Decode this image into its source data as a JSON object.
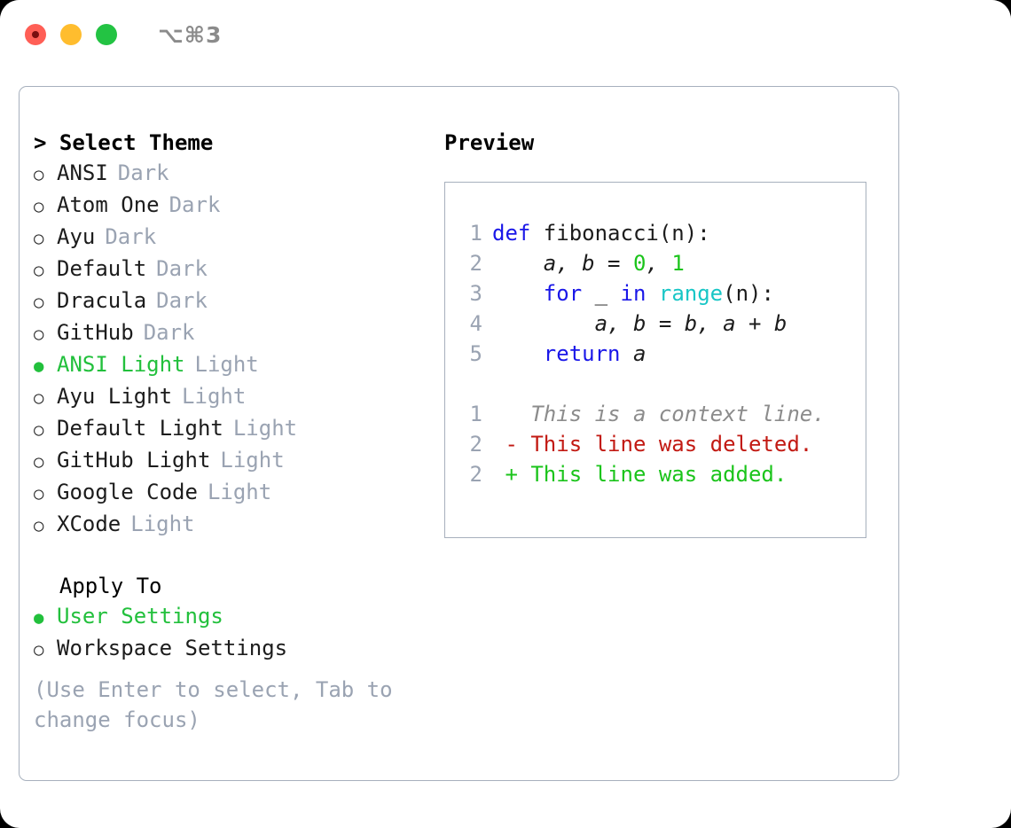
{
  "titlebar": {
    "shortcut": "⌥⌘3",
    "controls": [
      {
        "name": "close",
        "color": "#ff5f56"
      },
      {
        "name": "minimize",
        "color": "#ffbd2e"
      },
      {
        "name": "maximize",
        "color": "#23c343"
      }
    ]
  },
  "theme_panel": {
    "header": "> Select Theme",
    "items": [
      {
        "marker": "○",
        "label": "ANSI",
        "kind": "Dark",
        "selected": false
      },
      {
        "marker": "○",
        "label": "Atom One",
        "kind": "Dark",
        "selected": false
      },
      {
        "marker": "○",
        "label": "Ayu",
        "kind": "Dark",
        "selected": false
      },
      {
        "marker": "○",
        "label": "Default",
        "kind": "Dark",
        "selected": false
      },
      {
        "marker": "○",
        "label": "Dracula",
        "kind": "Dark",
        "selected": false
      },
      {
        "marker": "○",
        "label": "GitHub",
        "kind": "Dark",
        "selected": false
      },
      {
        "marker": "●",
        "label": "ANSI Light",
        "kind": "Light",
        "selected": true
      },
      {
        "marker": "○",
        "label": "Ayu Light",
        "kind": "Light",
        "selected": false
      },
      {
        "marker": "○",
        "label": "Default Light",
        "kind": "Light",
        "selected": false
      },
      {
        "marker": "○",
        "label": "GitHub Light",
        "kind": "Light",
        "selected": false
      },
      {
        "marker": "○",
        "label": "Google Code",
        "kind": "Light",
        "selected": false
      },
      {
        "marker": "○",
        "label": "XCode",
        "kind": "Light",
        "selected": false
      }
    ]
  },
  "apply_to": {
    "header": "Apply To",
    "items": [
      {
        "marker": "●",
        "label": "User Settings",
        "selected": true
      },
      {
        "marker": "○",
        "label": "Workspace Settings",
        "selected": false
      }
    ]
  },
  "hint": "(Use Enter to select, Tab to change focus)",
  "preview": {
    "title": "Preview",
    "code_lines": [
      {
        "num": "1",
        "tokens": [
          {
            "t": "def",
            "c": "kw"
          },
          {
            "t": " fibonacci(n):",
            "c": "plain"
          }
        ]
      },
      {
        "num": "2",
        "tokens": [
          {
            "t": "    a, b = ",
            "c": "txt"
          },
          {
            "t": "0",
            "c": "num"
          },
          {
            "t": ", ",
            "c": "txt"
          },
          {
            "t": "1",
            "c": "num"
          }
        ]
      },
      {
        "num": "3",
        "tokens": [
          {
            "t": "    ",
            "c": "plain"
          },
          {
            "t": "for",
            "c": "kw"
          },
          {
            "t": " _ ",
            "c": "plain"
          },
          {
            "t": "in",
            "c": "kw"
          },
          {
            "t": " ",
            "c": "plain"
          },
          {
            "t": "range",
            "c": "fn"
          },
          {
            "t": "(n):",
            "c": "plain"
          }
        ]
      },
      {
        "num": "4",
        "tokens": [
          {
            "t": "        a, b = b, a + b",
            "c": "txt"
          }
        ]
      },
      {
        "num": "5",
        "tokens": [
          {
            "t": "    ",
            "c": "plain"
          },
          {
            "t": "return",
            "c": "kw"
          },
          {
            "t": " a",
            "c": "txt"
          }
        ]
      }
    ],
    "diff_lines": [
      {
        "num": "1",
        "tokens": [
          {
            "t": "   This is a context line.",
            "c": "ctx"
          }
        ]
      },
      {
        "num": "2",
        "tokens": [
          {
            "t": " - This line was deleted.",
            "c": "del"
          }
        ]
      },
      {
        "num": "2",
        "tokens": [
          {
            "t": " + This line was added.",
            "c": "add"
          }
        ]
      }
    ]
  },
  "colors": {
    "accent_green": "#22c03c",
    "muted_gray": "#9aa3b2",
    "border": "#a7b0bd",
    "keyword_blue": "#1a17e8",
    "function_cyan": "#18c6c6",
    "number_green": "#1bc41b",
    "diff_delete_red": "#c21a13",
    "diff_add_green": "#1bc41b"
  }
}
